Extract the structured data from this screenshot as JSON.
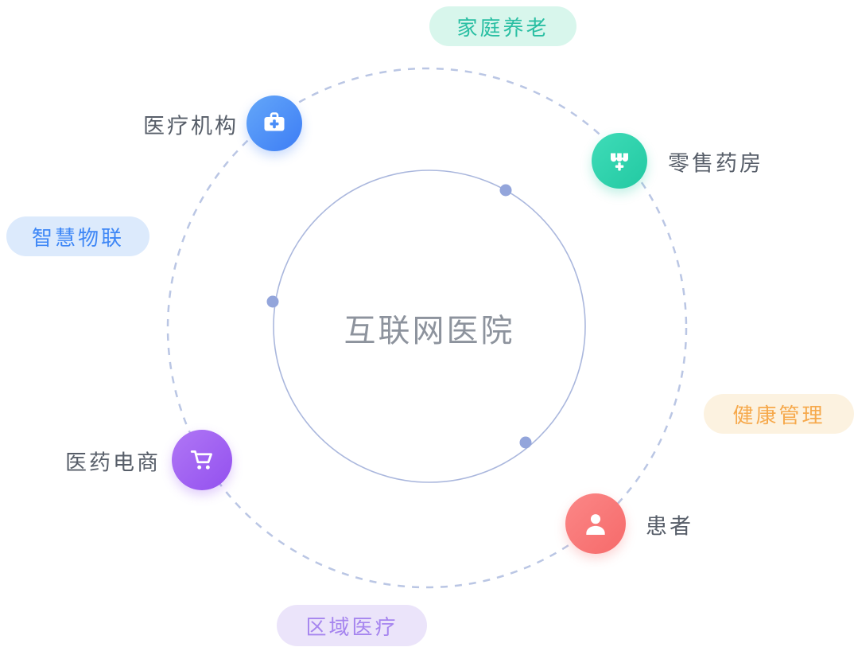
{
  "center": {
    "title": "互联网医院"
  },
  "nodes": [
    {
      "label": "医疗机构",
      "icon": "medical-kit-icon",
      "color": "#4a8df7"
    },
    {
      "label": "零售药房",
      "icon": "pharmacy-store-icon",
      "color": "#2dd3ad"
    },
    {
      "label": "医药电商",
      "icon": "shopping-cart-icon",
      "color": "#a263f1"
    },
    {
      "label": "患者",
      "icon": "patient-person-icon",
      "color": "#f87b77"
    }
  ],
  "tags": [
    {
      "label": "家庭养老",
      "bg": "#d8f6ec",
      "color": "#2abfa3"
    },
    {
      "label": "智慧物联",
      "bg": "#dceafc",
      "color": "#3e87f6"
    },
    {
      "label": "健康管理",
      "bg": "#fcf2e0",
      "color": "#f6a94c"
    },
    {
      "label": "区域医疗",
      "bg": "#ebe4fa",
      "color": "#a685ef"
    }
  ]
}
